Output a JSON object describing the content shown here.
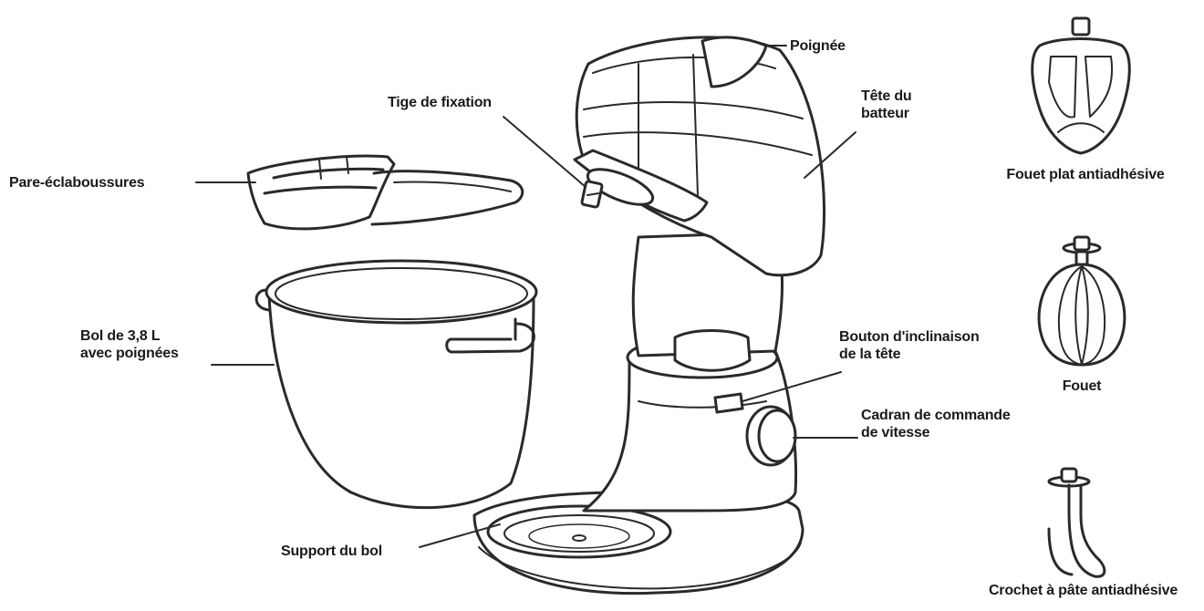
{
  "labels": {
    "handle": "Poignée",
    "mixer_head_line1": "Tête du",
    "mixer_head_line2": "batteur",
    "attachment_shaft": "Tige de fixation",
    "splash_guard": "Pare-éclaboussures",
    "bowl_line1": "Bol de 3,8 L",
    "bowl_line2": "avec poignées",
    "tilt_button_line1": "Bouton d'inclinaison",
    "tilt_button_line2": "de la tête",
    "speed_dial_line1": "Cadran de commande",
    "speed_dial_line2": "de vitesse",
    "bowl_base": "Support du bol",
    "flat_beater": "Fouet plat antiadhésive",
    "whisk": "Fouet",
    "dough_hook": "Crochet à pâte antiadhésive"
  },
  "colors": {
    "outline": "#2a2a2a",
    "fill": "#ffffff",
    "text": "#1a1a1a"
  }
}
